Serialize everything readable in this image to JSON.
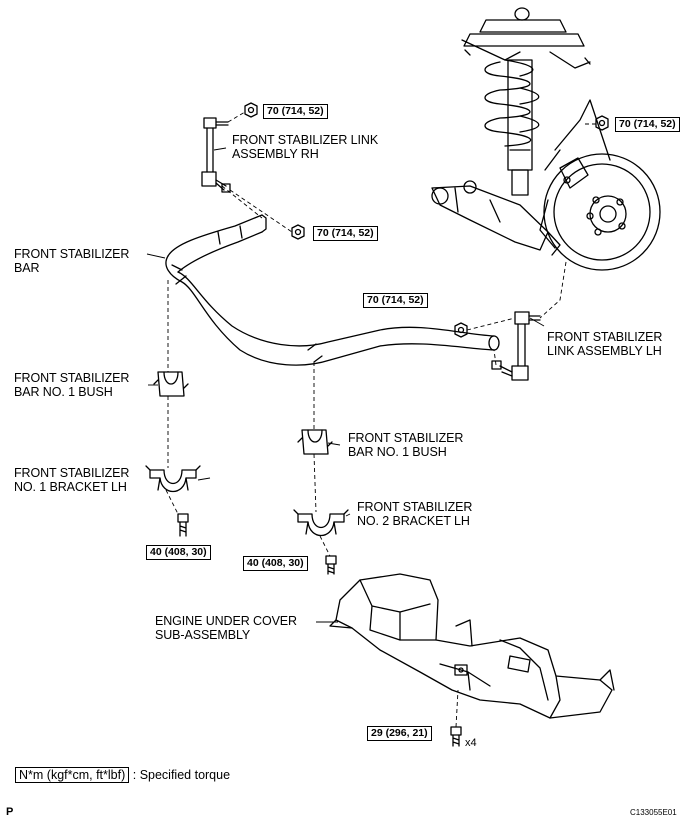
{
  "labels": {
    "link_rh": [
      "FRONT STABILIZER LINK",
      "ASSEMBLY RH"
    ],
    "bar": [
      "FRONT STABILIZER",
      "BAR"
    ],
    "link_lh": [
      "FRONT STABILIZER",
      "LINK ASSEMBLY LH"
    ],
    "bush_left": [
      "FRONT STABILIZER",
      "BAR NO. 1 BUSH"
    ],
    "bush_right": [
      "FRONT STABILIZER",
      "BAR NO. 1 BUSH"
    ],
    "bracket_lh": [
      "FRONT STABILIZER",
      "NO. 1 BRACKET LH"
    ],
    "bracket_no2": [
      "FRONT STABILIZER",
      "NO. 2 BRACKET LH"
    ],
    "under_cover": [
      "ENGINE UNDER COVER",
      "SUB-ASSEMBLY"
    ]
  },
  "torques": {
    "link_rh_top": "70 (714, 52)",
    "knuckle": "70 (714, 52)",
    "link_rh_bottom": "70 (714, 52)",
    "link_lh": "70 (714, 52)",
    "bracket_lh_bolt": "40 (408, 30)",
    "bracket_no2_bolt": "40 (408, 30)",
    "under_cover_bolt": "29 (296, 21)"
  },
  "bolt_count": "x4",
  "legend": {
    "unit": "N*m (kgf*cm, ft*lbf)",
    "text": ": Specified torque"
  },
  "corner_mark": "P",
  "figure_code": "C133055E01"
}
